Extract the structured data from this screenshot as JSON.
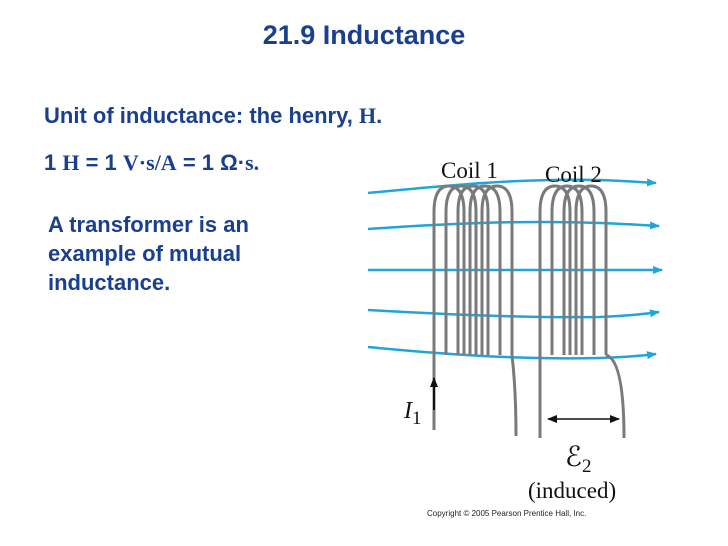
{
  "slide": {
    "title": "21.9 Inductance",
    "unit_line": {
      "prefix": "Unit of inductance: the henry, ",
      "symbol": "H",
      "suffix": "."
    },
    "equation": {
      "p1": "1 ",
      "h": "H",
      "p2": " = 1 ",
      "vsa": "V·s/A",
      "p3": " = 1 ",
      "omega": "Ω·",
      "s": "s",
      "p4": "."
    },
    "paragraph_lines": [
      "A transformer is an",
      "example of mutual",
      "inductance."
    ]
  },
  "figure": {
    "coil1_label": "Coil 1",
    "coil2_label": "Coil 2",
    "current_symbol": "I",
    "current_subscript": "1",
    "emf_symbol": "ℰ",
    "emf_subscript": "2",
    "induced_label": "(induced)",
    "field_line_color": "#1ea6d8",
    "coil_color": "#7a7a7a"
  },
  "copyright": "Copyright © 2005 Pearson Prentice Hall, Inc."
}
